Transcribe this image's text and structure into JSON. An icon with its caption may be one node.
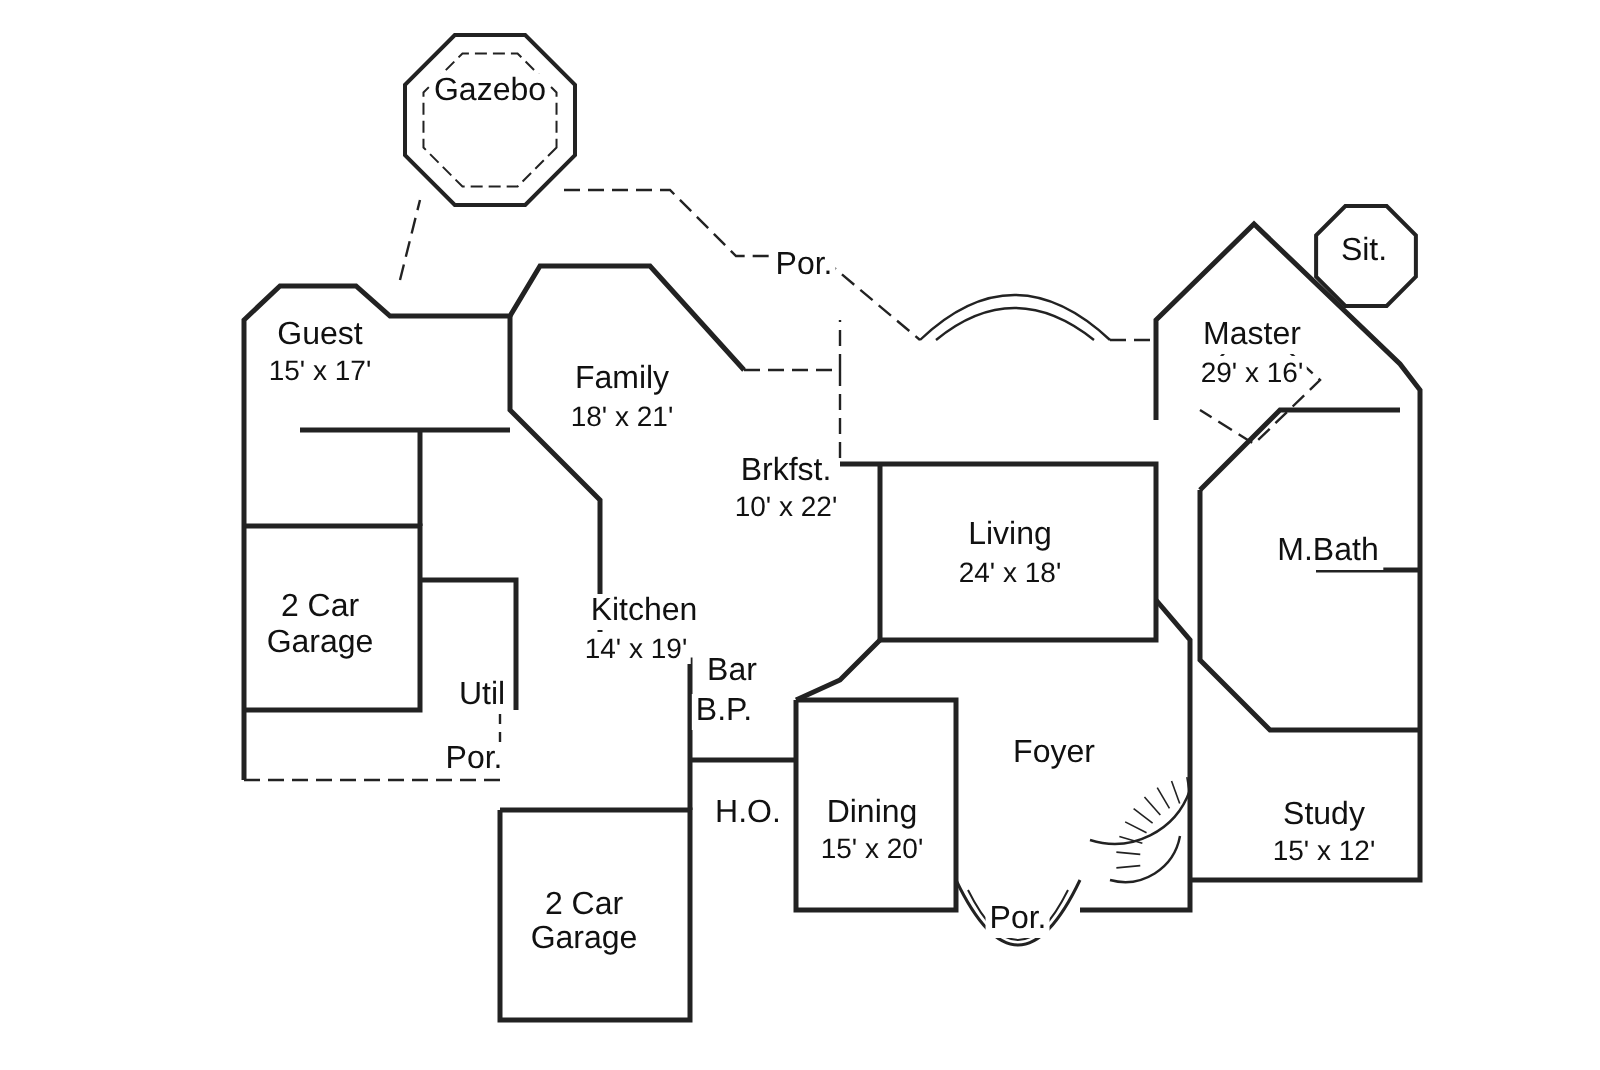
{
  "diagram": {
    "labels": [
      "Gazebo",
      "Sit.",
      "Por.",
      "Master",
      "29' x 16'",
      "Guest",
      "15' x 17'",
      "Family",
      "18' x 21'",
      "Brkfst.",
      "10' x 22'",
      "Living",
      "24' x 18'",
      "M.Bath",
      "2 Car",
      "Garage",
      "Kitchen",
      "14' x 19'",
      "Bar",
      "Util",
      "B.P.",
      "Foyer",
      "Por.",
      "Study",
      "15' x 12'",
      "H.O.",
      "Dining",
      "15' x 20'",
      "Por.",
      "2 Car",
      "Garage"
    ]
  }
}
